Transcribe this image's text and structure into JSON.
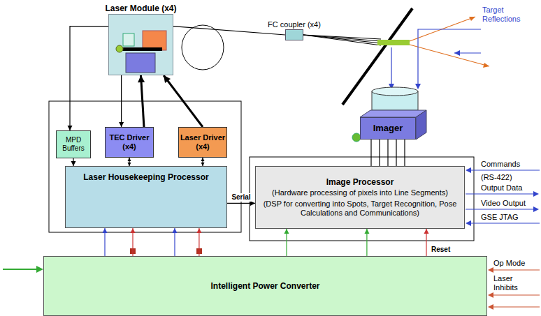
{
  "diagram": {
    "nodes": [
      {
        "text": [
          "Laser Module (x4)"
        ]
      },
      {
        "text": [
          "FC coupler (x4)"
        ]
      },
      {
        "text": [
          "Imager"
        ]
      },
      {
        "text": [
          "MPD Buffers"
        ]
      },
      {
        "text": [
          "TEC Driver (x4)"
        ]
      },
      {
        "text": [
          "Laser Driver (x4)"
        ]
      },
      {
        "text": [
          "Laser Housekeeping Processor"
        ]
      },
      {
        "text": [
          "Image Processor",
          "(Hardware processing of pixels into Line Segments)",
          "(DSP for converting into Spots, Target Recognition, Pose Calculations and Communications)"
        ]
      },
      {
        "text": [
          "Intelligent Power Converter"
        ]
      }
    ],
    "edges": [
      {
        "from": 0,
        "to": 3,
        "arrow": "to"
      },
      {
        "from": 4,
        "to": 0,
        "arrow": "to"
      },
      {
        "from": 0,
        "to": 4,
        "arrow": "to"
      },
      {
        "from": 5,
        "to": 0,
        "arrow": "to"
      },
      {
        "from": 3,
        "to": 6,
        "arrow": "to"
      },
      {
        "from": 4,
        "to": 6,
        "arrow": "both"
      },
      {
        "from": 5,
        "to": 6,
        "arrow": "both"
      },
      {
        "from": 0,
        "to": 1,
        "arrow": "none"
      },
      {
        "from": 6,
        "to": 7,
        "label": "Serial",
        "arrow": "to"
      },
      {
        "from": 2,
        "to": 7,
        "arrow": "none"
      },
      {
        "from": 2,
        "to": 7,
        "arrow": "none"
      },
      {
        "from": 2,
        "to": 7,
        "arrow": "none"
      },
      {
        "from": 2,
        "to": 7,
        "arrow": "none"
      },
      {
        "from": 2,
        "to": 7,
        "arrow": "none"
      },
      {
        "from": 8,
        "to": 6,
        "arrow": "to"
      },
      {
        "from": 8,
        "to": 6,
        "arrow": "to"
      },
      {
        "from": 8,
        "to": 6,
        "arrow": "to"
      },
      {
        "from": 8,
        "to": 6,
        "arrow": "to"
      },
      {
        "from": 8,
        "to": 7,
        "arrow": "to"
      },
      {
        "from": 8,
        "to": 7,
        "arrow": "to"
      },
      {
        "from": 8,
        "to": 7,
        "label": "Reset",
        "arrow": "to"
      }
    ],
    "labels": [
      "Target Reflections",
      "Commands",
      "(RS-422)",
      "Output Data",
      "Video Output",
      "GSE JTAG",
      "Op Mode",
      "Laser Inhibits"
    ]
  }
}
